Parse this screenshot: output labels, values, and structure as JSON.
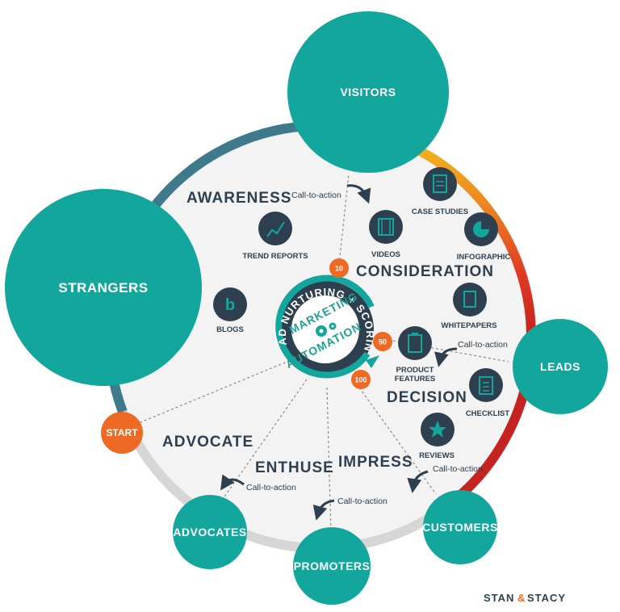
{
  "nodes": {
    "visitors": "VISITORS",
    "strangers": "STRANGERS",
    "leads": "LEADS",
    "customers": "CUSTOMERS",
    "promoters": "PROMOTERS",
    "advocates": "ADVOCATES",
    "start": "START"
  },
  "stages": {
    "awareness": "AWARENESS",
    "consideration": "CONSIDERATION",
    "decision": "DECISION",
    "advocate": "ADVOCATE",
    "enthuse": "ENTHUSE",
    "impress": "IMPRESS"
  },
  "assets": {
    "trend_reports": "TREND REPORTS",
    "blogs": "BLOGS",
    "videos": "VIDEOS",
    "case_studies": "CASE STUDIES",
    "infographic": "INFOGRAPHIC",
    "whitepapers": "WHITEPAPERS",
    "product_features_line1": "PRODUCT",
    "product_features_line2": "FEATURES",
    "checklist": "CHECKLIST",
    "reviews": "REVIEWS"
  },
  "cta": {
    "visitors": "Call-to-action",
    "leads": "Call-to-action",
    "customers": "Call-to-action",
    "promoters": "Call-to-action",
    "advocates": "Call-to-action"
  },
  "scores": {
    "s10": "10",
    "s50": "50",
    "s100": "100"
  },
  "hub": {
    "ring_text": "LEAD NURTURING + SCORING",
    "line1": "MARKETING",
    "line2": "AUTOMATION"
  },
  "brand": {
    "stan": "STAN",
    "amp": "&",
    "stacy": "STACY"
  },
  "colors": {
    "teal": "#13a69c",
    "navy": "#2e4050",
    "orange": "#ee6a24",
    "steel": "#3f7a8c",
    "grey": "#d8d8d8",
    "red": "#d42a22",
    "yellow": "#f2c21c"
  }
}
